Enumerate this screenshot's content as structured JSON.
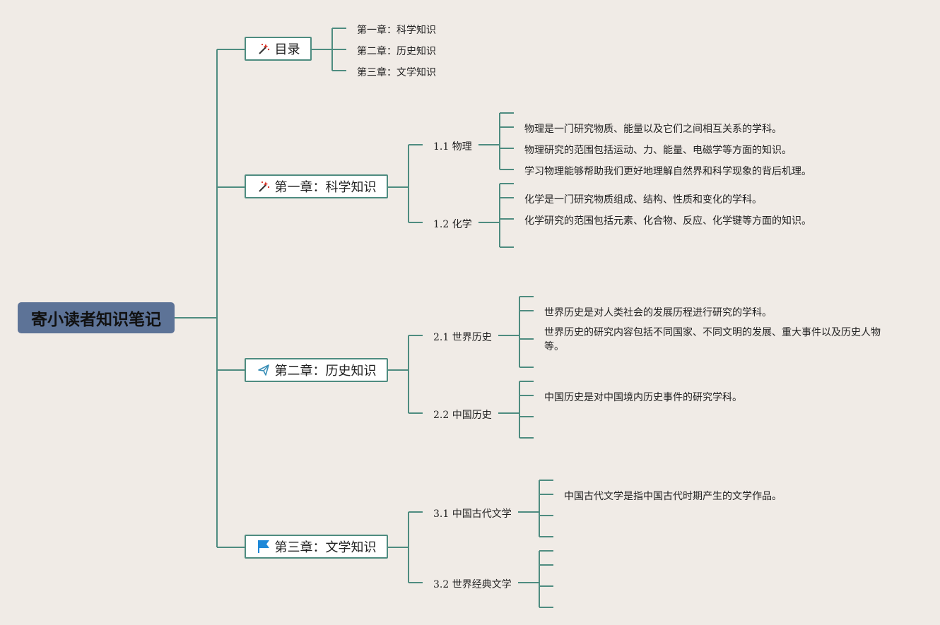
{
  "root": {
    "title": "寄小读者知识笔记"
  },
  "toc": {
    "label": "目录",
    "icon": "magic-wand-icon",
    "items": [
      "第一章：科学知识",
      "第二章：历史知识",
      "第三章：文学知识"
    ]
  },
  "chapters": [
    {
      "label": "第一章：科学知识",
      "icon": "magic-wand-icon",
      "sections": [
        {
          "label": "1.1 物理",
          "notes": [
            "物理是一门研究物质、能量以及它们之间相互关系的学科。",
            "物理研究的范围包括运动、力、能量、电磁学等方面的知识。",
            "学习物理能够帮助我们更好地理解自然界和科学现象的背后机理。"
          ]
        },
        {
          "label": "1.2 化学",
          "notes": [
            "化学是一门研究物质组成、结构、性质和变化的学科。",
            "化学研究的范围包括元素、化合物、反应、化学键等方面的知识。"
          ]
        }
      ]
    },
    {
      "label": "第二章：历史知识",
      "icon": "paper-plane-icon",
      "sections": [
        {
          "label": "2.1 世界历史",
          "notes": [
            "世界历史是对人类社会的发展历程进行研究的学科。",
            "世界历史的研究内容包括不同国家、不同文明的发展、重大事件以及历史人物等。"
          ]
        },
        {
          "label": "2.2 中国历史",
          "notes": [
            "中国历史是对中国境内历史事件的研究学科。"
          ]
        }
      ]
    },
    {
      "label": "第三章：文学知识",
      "icon": "blue-flag-icon",
      "sections": [
        {
          "label": "3.1 中国古代文学",
          "notes": [
            "中国古代文学是指中国古代时期产生的文学作品。"
          ]
        },
        {
          "label": "3.2 世界经典文学",
          "notes": []
        }
      ]
    }
  ],
  "colors": {
    "background": "#f0ebe6",
    "root_fill": "#5d7397",
    "connector": "#4e8c80",
    "flag": "#1e88d8",
    "plane": "#3a8fb7",
    "wand_sparkle": "#d93025"
  }
}
